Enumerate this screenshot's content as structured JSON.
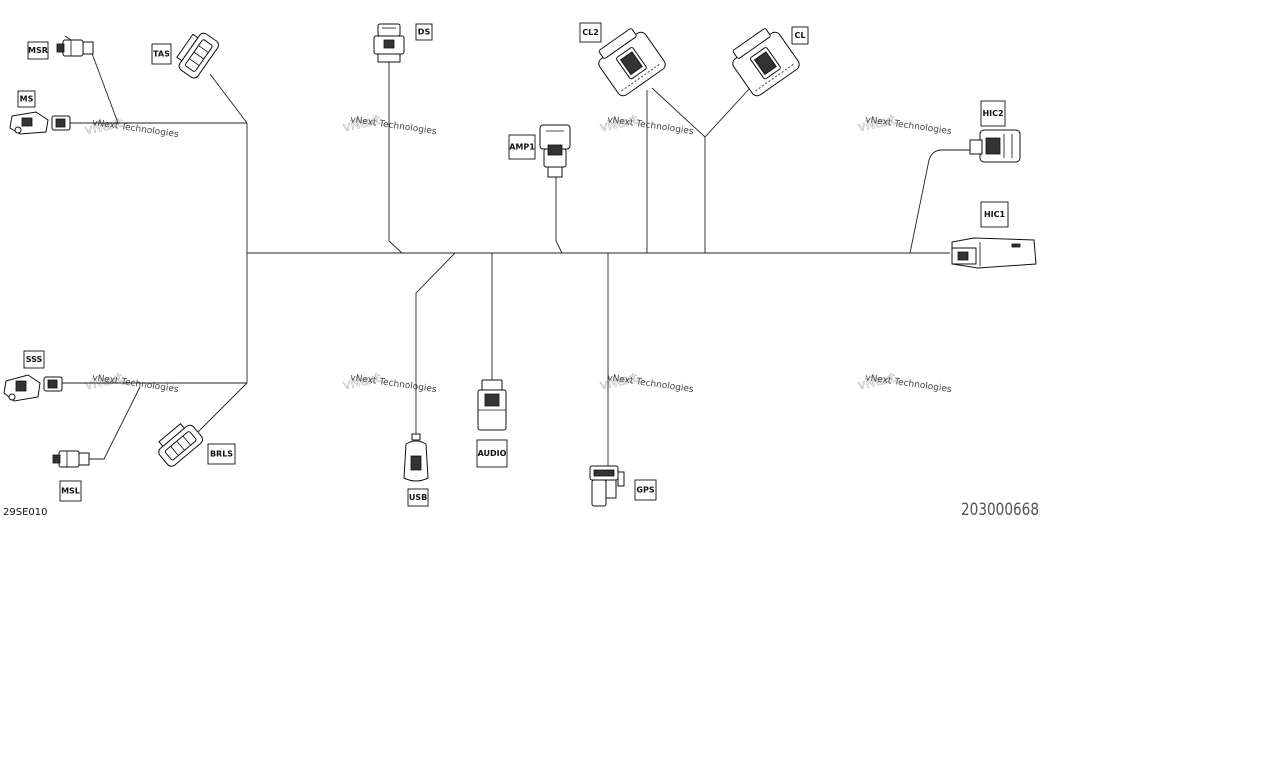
{
  "labels": {
    "msr": "MSR",
    "tas": "TAS",
    "ms": "MS",
    "ds": "DS",
    "cl2": "CL2",
    "cl": "CL",
    "amp1": "AMP1",
    "hic2": "HIC2",
    "hic1": "HIC1",
    "sss": "SSS",
    "brls": "BRLS",
    "msl": "MSL",
    "usb": "USB",
    "audio": "AUDIO",
    "gps": "GPS"
  },
  "watermark": {
    "text": "vNext Technologies"
  },
  "figure_code": "29SE010",
  "part_number": "203000668"
}
